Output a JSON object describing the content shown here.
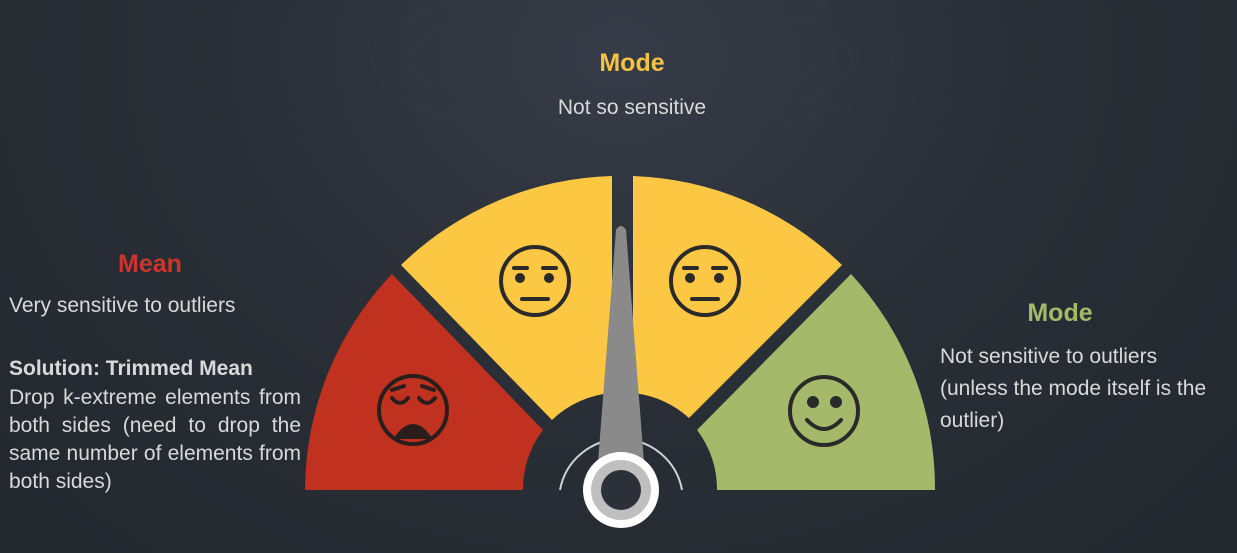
{
  "top": {
    "title": "Mode",
    "subtitle": "Not so sensitive"
  },
  "left": {
    "title": "Mean",
    "subtitle": "Very sensitive to outliers",
    "solution_title": "Solution: Trimmed Mean",
    "solution_text": "Drop k-extreme elements from both sides (need to drop the same number of elements from both sides)"
  },
  "right": {
    "title": "Mode",
    "text": "Not sensitive to outliers (unless the mode itself is the outlier)"
  },
  "colors": {
    "red": "#c0311f",
    "yellow": "#fcc844",
    "green": "#a5b96b",
    "needle": "#8a8a8a",
    "hub": "#2c3038",
    "title_yellow": "#f6c244",
    "title_red": "#c9372a",
    "title_green": "#a5b96b"
  },
  "segments": [
    {
      "face": "weary-face-icon"
    },
    {
      "face": "neutral-face-icon"
    },
    {
      "face": "neutral-face-icon"
    },
    {
      "face": "smiling-face-icon"
    }
  ]
}
